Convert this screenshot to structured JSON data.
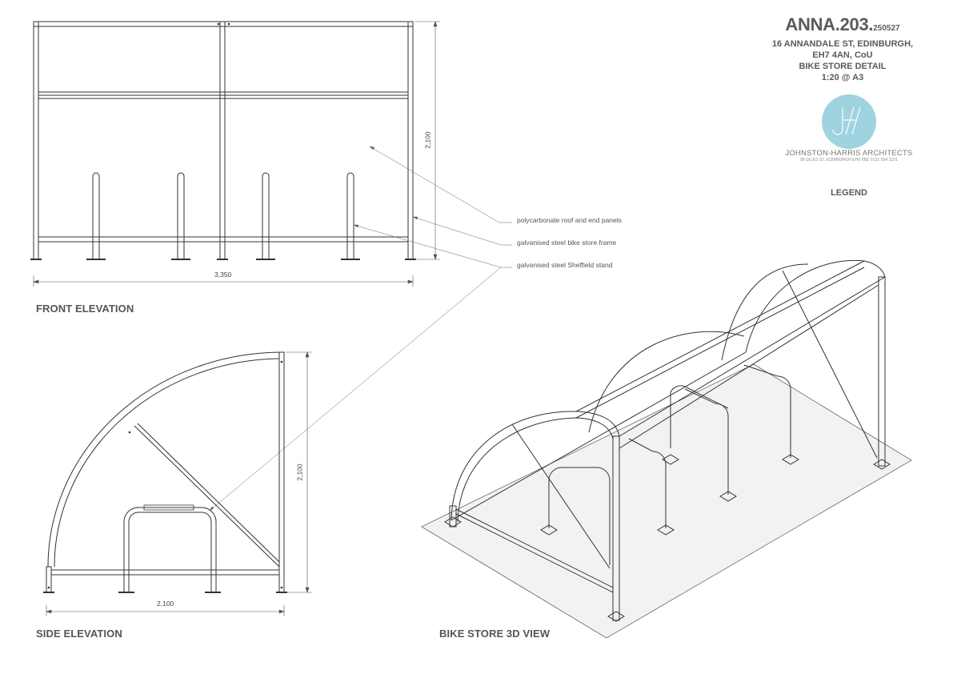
{
  "title_block": {
    "project_code": "ANNA.203.",
    "code_suffix": "250527",
    "address_line_1": "16 ANNANDALE ST, EDINBURGH,",
    "address_line_2": "EH7 4AN, CoU",
    "drawing_title": "BIKE STORE DETAIL",
    "scale": "1:20 @ A3",
    "firm_name": "JOHNSTON-HARRIS ARCHITECTS",
    "firm_address": "99 GILES ST, EDINBURGH EH6 6BZ 0131 554 1151",
    "logo_color": "#9fd3df"
  },
  "legend": {
    "title": "LEGEND"
  },
  "views": {
    "front": "FRONT ELEVATION",
    "side": "SIDE ELEVATION",
    "iso": "BIKE STORE 3D VIEW"
  },
  "annotations": [
    "polycarbonate roof and end panels",
    "galvanised steel bike store frame",
    "galvanised steel Sheffield stand"
  ],
  "dimensions": {
    "front_width": "3,350",
    "front_height": "2,100",
    "side_width": "2,100",
    "side_height": "2,100"
  }
}
